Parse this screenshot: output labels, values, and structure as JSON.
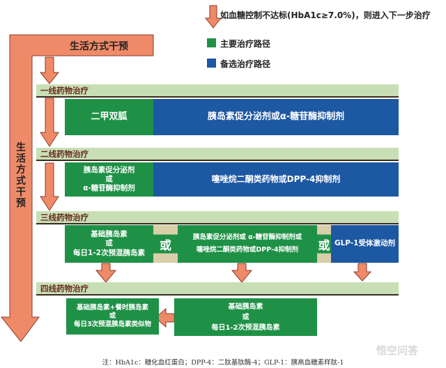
{
  "legend": {
    "arrow_text": "如血糖控制不达标(HbA1c≥7.0%)，则进入下一步治疗",
    "primary": "主要治疗路径",
    "alternative": "备选治疗路径",
    "colors": {
      "primary": "#1f9146",
      "alternative": "#1d58a3",
      "arrow": "#ef8a68"
    }
  },
  "lifestyle": {
    "horizontal_label": "生活方式干预",
    "vertical_label": "生活方式干预"
  },
  "lines": [
    {
      "header": "一线药物治疗",
      "primary": "二甲双胍",
      "alternative": "胰岛素促分泌剂或α-糖苷酶抑制剂"
    },
    {
      "header": "二线药物治疗",
      "primary": [
        "胰岛素促分泌剂",
        "或",
        "α-糖苷酶抑制剂"
      ],
      "alternative": "噻唑烷二酮类药物或DPP-4抑制剂"
    },
    {
      "header": "三线药物治疗",
      "primary_a": [
        "基础胰岛素",
        "或",
        "每日1-2次预混胰岛素"
      ],
      "or": "或",
      "primary_b": [
        "胰岛素促分泌剂或 α-糖苷酶抑制剂或",
        "噻唑烷二酮类药物或DPP-4抑制剂"
      ],
      "alternative": "GLP-1受体激动剂"
    },
    {
      "header": "四线药物治疗",
      "left": [
        "基础胰岛素+餐时胰岛素",
        "或",
        "每日3次预混胰岛素类似物"
      ],
      "right": [
        "基础胰岛素",
        "或",
        "每日1-2次预混胰岛素"
      ]
    }
  ],
  "note": "注：HbA1c：糖化血红蛋白；DPP-4：二肽基肽酶-4；GLP-1：胰高血糖素样肽-1",
  "watermark": "悟空问答"
}
